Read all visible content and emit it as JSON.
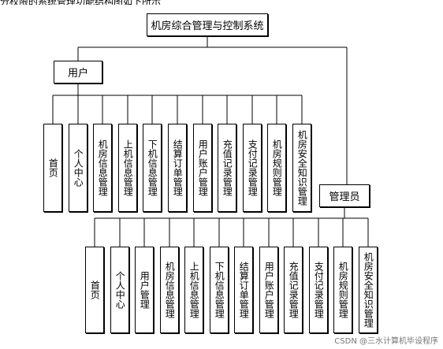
{
  "caption_fragment": "分权限的系统管理功能结构图如下所示",
  "root": {
    "label": "机房综合管理与控制系统"
  },
  "groups": [
    {
      "label": "用户",
      "children": [
        "首页",
        "个人中心",
        "机房信息管理",
        "上机信息管理",
        "下机信息管理",
        "结算订单管理",
        "用户账户管理",
        "充值记录管理",
        "支付记录管理",
        "机房规则管理",
        "机房安全知识管理"
      ]
    },
    {
      "label": "管理员",
      "children": [
        "首页",
        "个人中心",
        "用户管理",
        "机房信息管理",
        "上机信息管理",
        "下机信息管理",
        "结算订单管理",
        "用户账户管理",
        "充值记录管理",
        "支付记录管理",
        "机房规则管理",
        "机房安全知识管理"
      ]
    }
  ],
  "watermark": "CSDN @三水计算机毕设程序"
}
